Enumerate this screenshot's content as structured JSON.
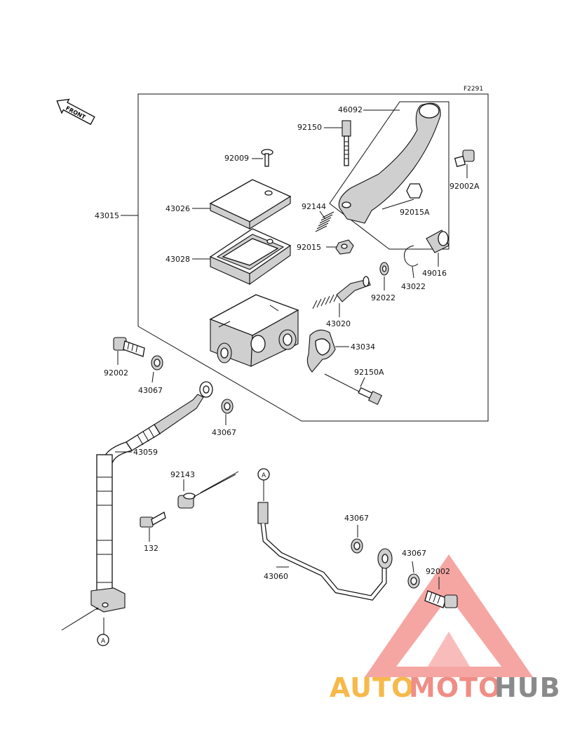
{
  "figure_code": "F2291",
  "front_marker": "FRONT",
  "ref_marker": "A",
  "parts": {
    "p46092": "46092",
    "p92150": "92150",
    "p92009": "92009",
    "p92002A": "92002A",
    "p43015": "43015",
    "p43026": "43026",
    "p92144": "92144",
    "p92015A": "92015A",
    "p43028": "43028",
    "p92015": "92015",
    "p49016": "49016",
    "p43022": "43022",
    "p92022": "92022",
    "p43020": "43020",
    "p43034": "43034",
    "p92150A": "92150A",
    "p92002": "92002",
    "p43067_a": "43067",
    "p43067_b": "43067",
    "p43059": "43059",
    "p92143": "92143",
    "p132": "132",
    "p43067_c": "43067",
    "p43060": "43060",
    "p43067_d": "43067",
    "p92002_b": "92002"
  },
  "watermark": {
    "word_1": "AUTO",
    "word_2": "MOTO",
    "word_3": "HUB",
    "color_1": "#f6b94a",
    "color_2": "#ef8e86",
    "color_3": "#8a8a8a",
    "triangle_color": "#f07d78"
  }
}
